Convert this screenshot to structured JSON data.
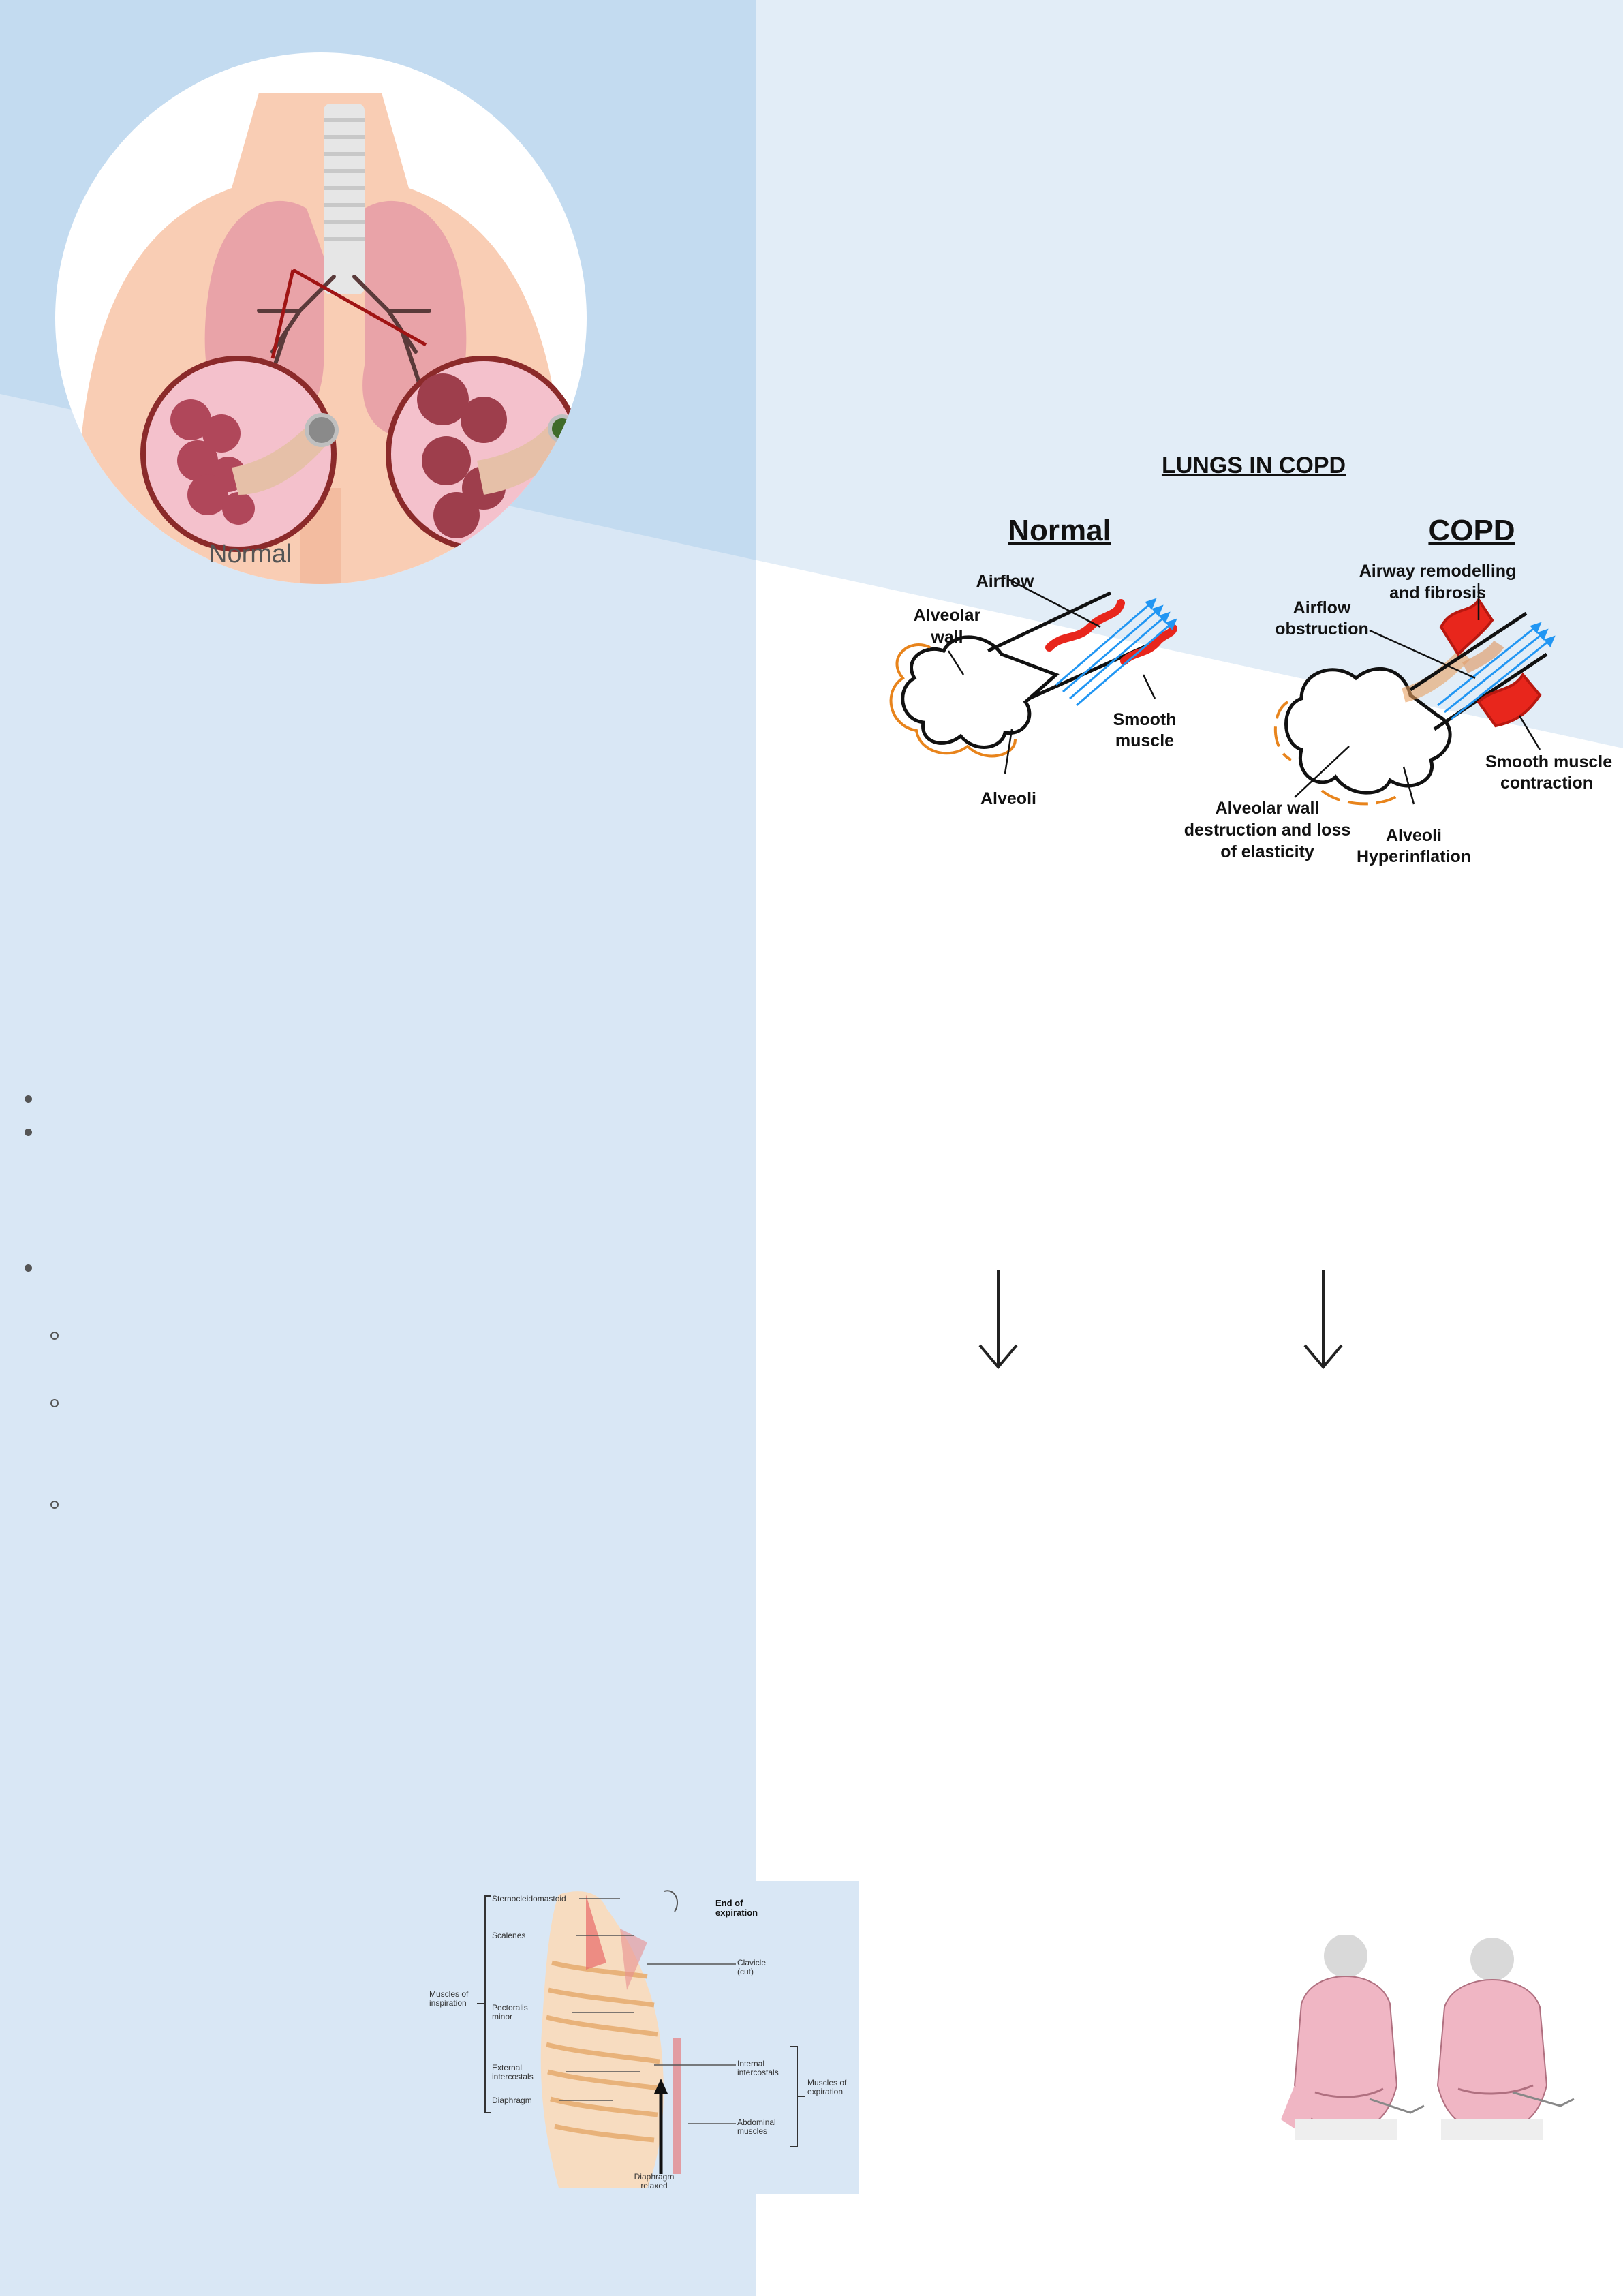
{
  "colors": {
    "left_panel": "#d9e7f5",
    "left_top_band": "#c3dbf0",
    "right_top_band": "#e2edf7",
    "airflow_blue": "#2196f3",
    "muscle_red": "#e8261c",
    "alveolar_orange": "#e8841c"
  },
  "lung_image": {
    "caption": "Normal"
  },
  "copd_diagram": {
    "title": "LUNGS IN COPD",
    "normal": {
      "heading": "Normal",
      "labels": {
        "airflow": "Airflow",
        "alveolar_wall_1": "Alveolar",
        "alveolar_wall_2": "wall",
        "smooth_muscle_1": "Smooth",
        "smooth_muscle_2": "muscle",
        "alveoli": "Alveoli"
      }
    },
    "copd": {
      "heading": "COPD",
      "labels": {
        "remodelling_1": "Airway remodelling",
        "remodelling_2": "and fibrosis",
        "obstruction_1": "Airflow",
        "obstruction_2": "obstruction",
        "smooth_contraction_1": "Smooth muscle",
        "smooth_contraction_2": "contraction",
        "wall_destruction_1": "Alveolar wall",
        "wall_destruction_2": "destruction and loss",
        "wall_destruction_3": "of elasticity",
        "hyperinflation_1": "Alveoli",
        "hyperinflation_2": "Hyperinflation"
      }
    }
  },
  "muscle_figure": {
    "left_labels": [
      "Sternocleidomastoid",
      "Scalenes",
      "Pectoralis minor",
      "External intercostals",
      "Diaphragm"
    ],
    "left_group": "Muscles of inspiration",
    "right_labels": [
      "Clavicle (cut)",
      "Internal intercostals",
      "Abdominal muscles"
    ],
    "right_group": "Muscles of expiration",
    "state": "End of expiration",
    "diaphragm_state": "Diaphragm relaxed"
  },
  "icons": {
    "arrows": [
      "arrow-down-icon",
      "arrow-down-icon"
    ]
  }
}
